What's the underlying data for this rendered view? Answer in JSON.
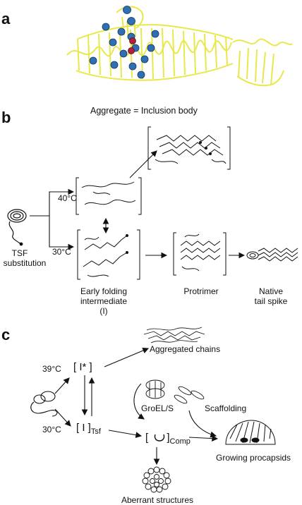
{
  "panels": {
    "a": {
      "label": "a"
    },
    "b": {
      "label": "b",
      "title": "Aggregate = Inclusion body",
      "temp_high": "40°C",
      "temp_low": "30°C",
      "tsf_line1": "TSF",
      "tsf_line2": "substitution",
      "early_line1": "Early folding",
      "early_line2": "intermediate",
      "early_line3": "(I)",
      "protrimer": "Protrimer",
      "native_line1": "Native",
      "native_line2": "tail spike"
    },
    "c": {
      "label": "c",
      "aggregated": "Aggregated chains",
      "temp_high": "39°C",
      "temp_low": "30°C",
      "i_star": "[ I* ]",
      "i_tsf_main": "[ I ]",
      "i_tsf_sub": "Tsf",
      "groel": "GroEL/S",
      "scaffolding": "Scaffolding",
      "comp_main": "[ ",
      "comp_sub": "Comp",
      "procapsids": "Growing procapsids",
      "aberrant": "Aberrant structures"
    }
  },
  "colors": {
    "backbone": "#e8e84a",
    "sphere": "#2f6fb5",
    "sphere_red": "#b0203a"
  }
}
